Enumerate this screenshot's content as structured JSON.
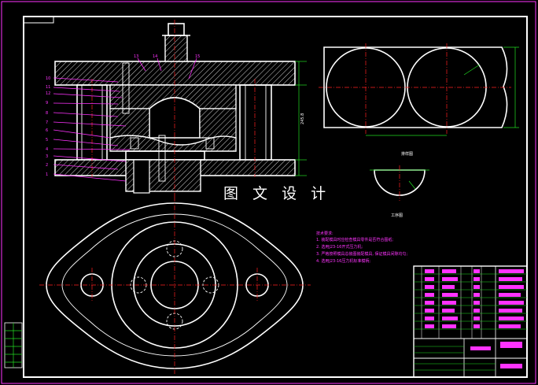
{
  "watermark": "图 文 设 计",
  "views": {
    "blank_label": "排样图",
    "part_label": "工序图"
  },
  "part_numbers": [
    "10",
    "11",
    "12",
    "9",
    "8",
    "7",
    "6",
    "5",
    "4",
    "3",
    "2",
    "1",
    "13",
    "14",
    "15"
  ],
  "tech_requirements": {
    "title": "技术要求:",
    "items": [
      "1. 装配模具时应检查模具零件是否符合图纸;",
      "2. 选用J23-16开式压力机;",
      "3. 严格按照模具总装图装配模具, 保证模具间隙均匀;",
      "4. 选用J23-16压力机标准模柄;"
    ]
  },
  "colors": {
    "background": "#000000",
    "outline": "#ffffff",
    "centerline": "#ff2020",
    "dimension": "#22dd22",
    "annotation": "#ff33ff"
  }
}
